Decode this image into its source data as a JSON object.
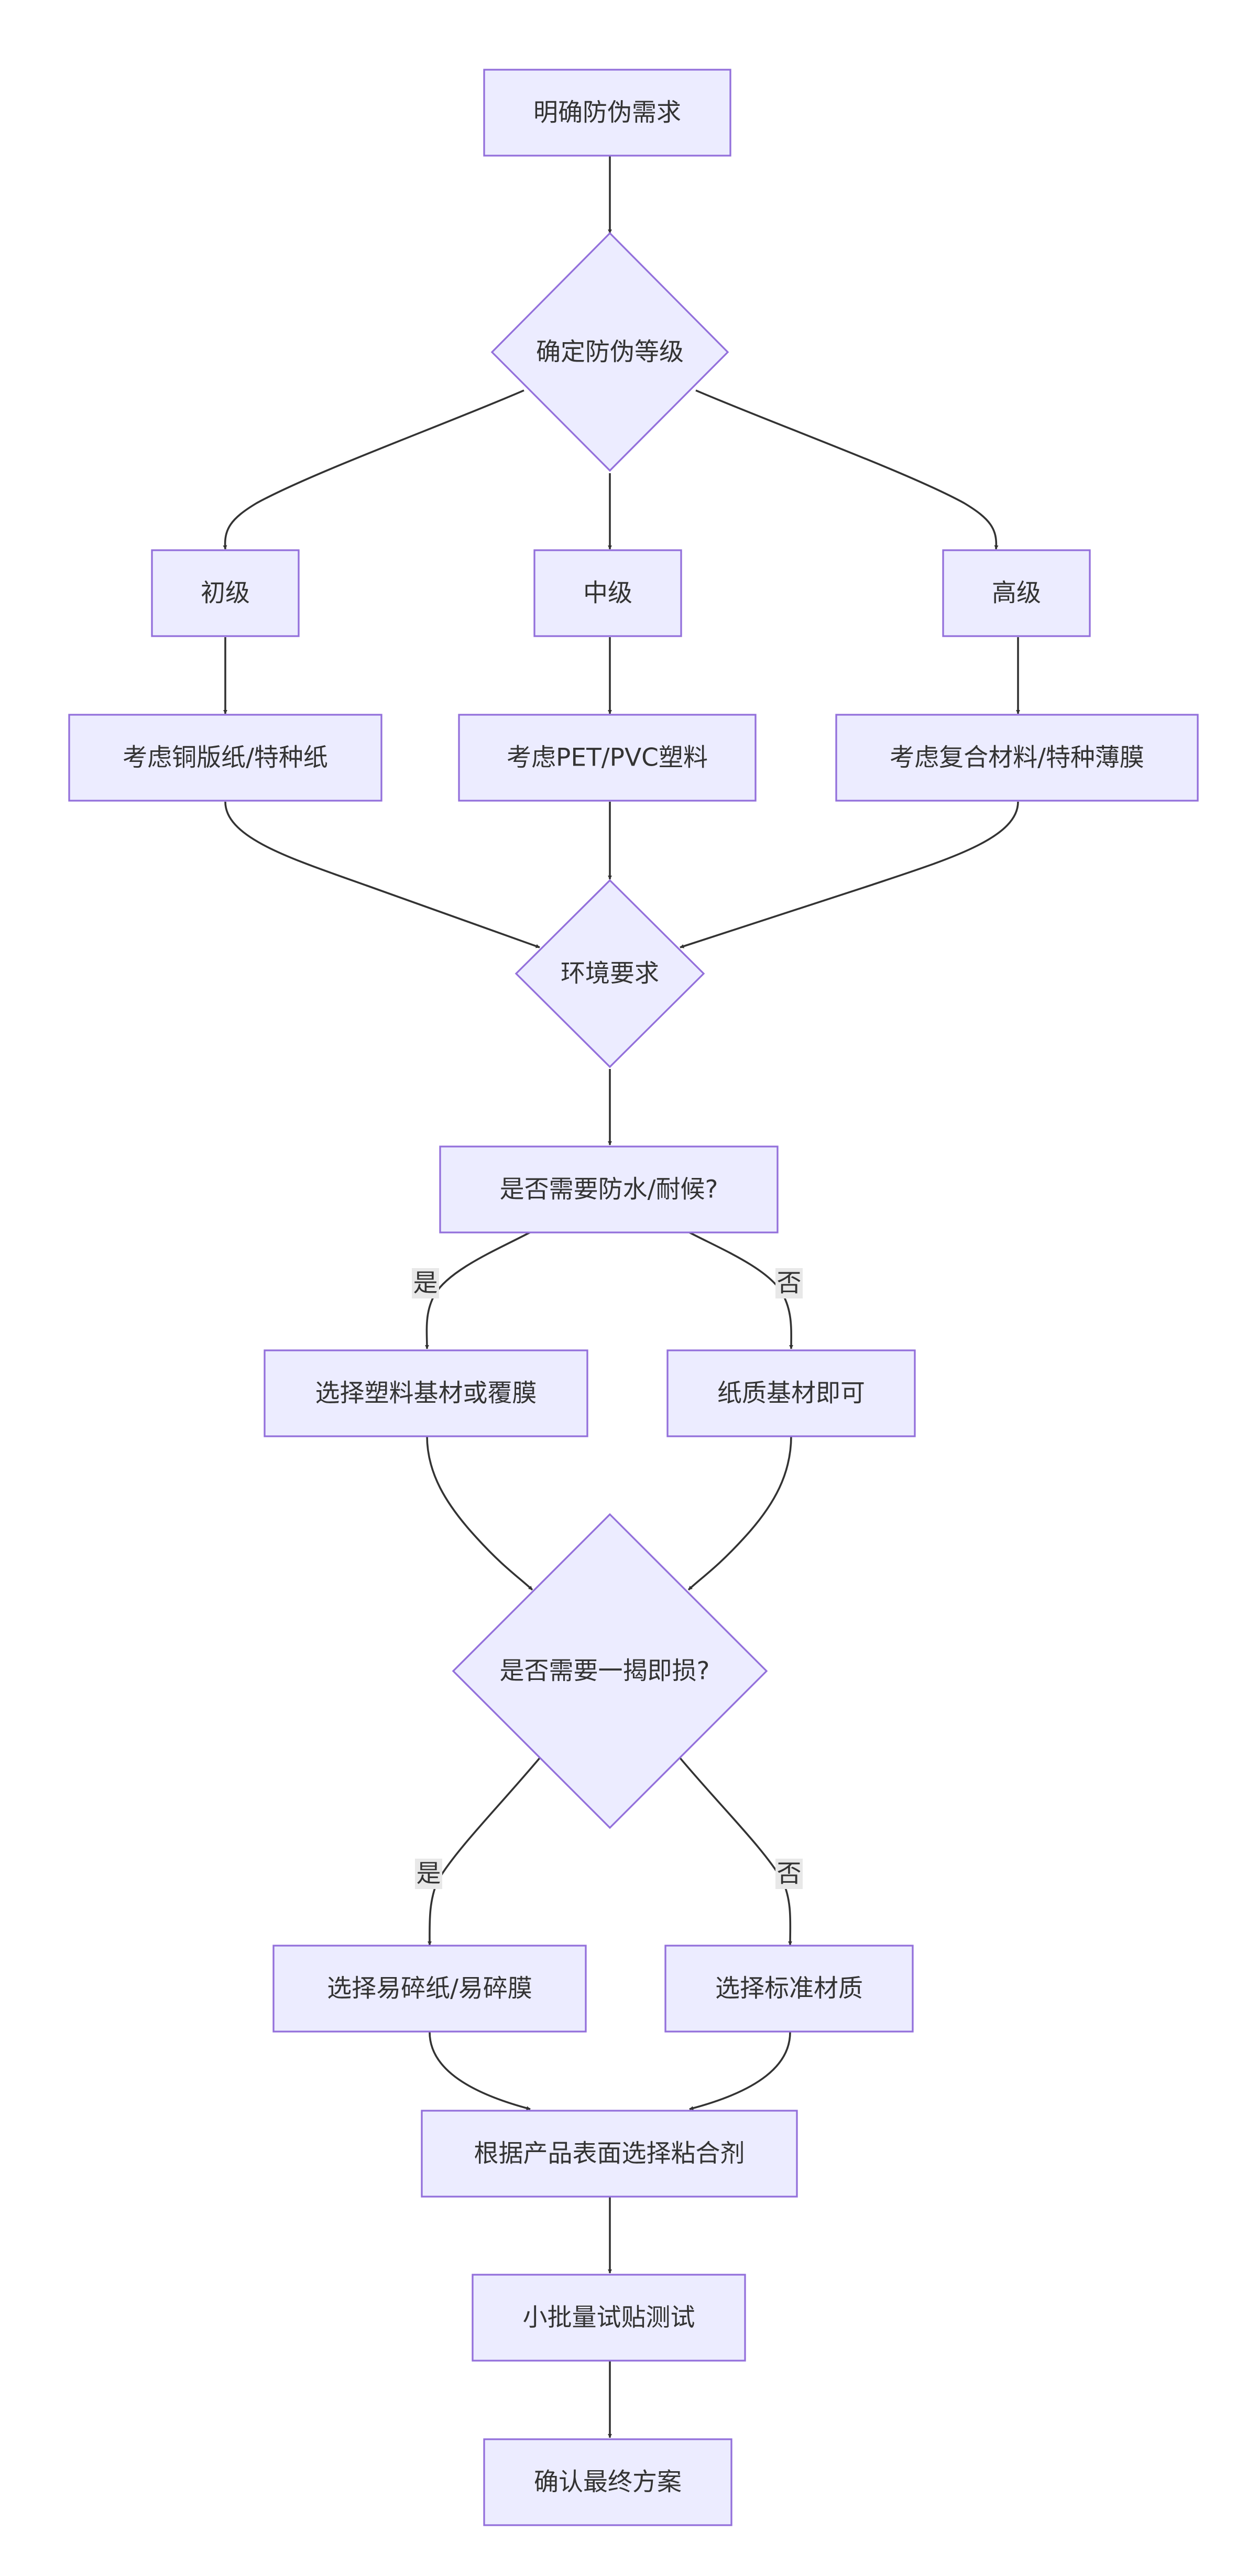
{
  "nodes": {
    "start": "明确防伪需求",
    "grade": "确定防伪等级",
    "basic": "初级",
    "middle": "中级",
    "high": "高级",
    "mat_basic": "考虑铜版纸/特种纸",
    "mat_middle": "考虑PET/PVC塑料",
    "mat_high": "考虑复合材料/特种薄膜",
    "env": "环境要求",
    "waterproof": "是否需要防水/耐候?",
    "plastic": "选择塑料基材或覆膜",
    "paper": "纸质基材即可",
    "tamper": "是否需要一揭即损?",
    "fragile": "选择易碎纸/易碎膜",
    "standard": "选择标准材质",
    "adhesive": "根据产品表面选择粘合剂",
    "trial": "小批量试贴测试",
    "final": "确认最终方案"
  },
  "edge_labels": {
    "waterproof_yes": "是",
    "waterproof_no": "否",
    "tamper_yes": "是",
    "tamper_no": "否"
  }
}
